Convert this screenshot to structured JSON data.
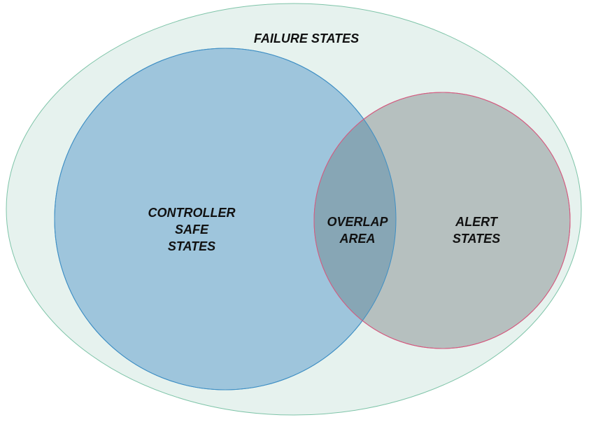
{
  "diagram": {
    "type": "venn",
    "outer_set": {
      "label": "FAILURE STATES",
      "fill": "#e6f2ee",
      "stroke": "#7ec4a8"
    },
    "sets": [
      {
        "id": "controller",
        "label_lines": [
          "CONTROLLER",
          "SAFE",
          "STATES"
        ],
        "fill": "#9ec5dc",
        "stroke": "#3f8fc4"
      },
      {
        "id": "alert",
        "label_lines": [
          "ALERT",
          "STATES"
        ],
        "fill": "#b6c0bf",
        "stroke": "#d45a7f"
      }
    ],
    "overlap": {
      "label_lines": [
        "OVERLAP",
        "AREA"
      ],
      "fill": "#87a6b5"
    }
  }
}
